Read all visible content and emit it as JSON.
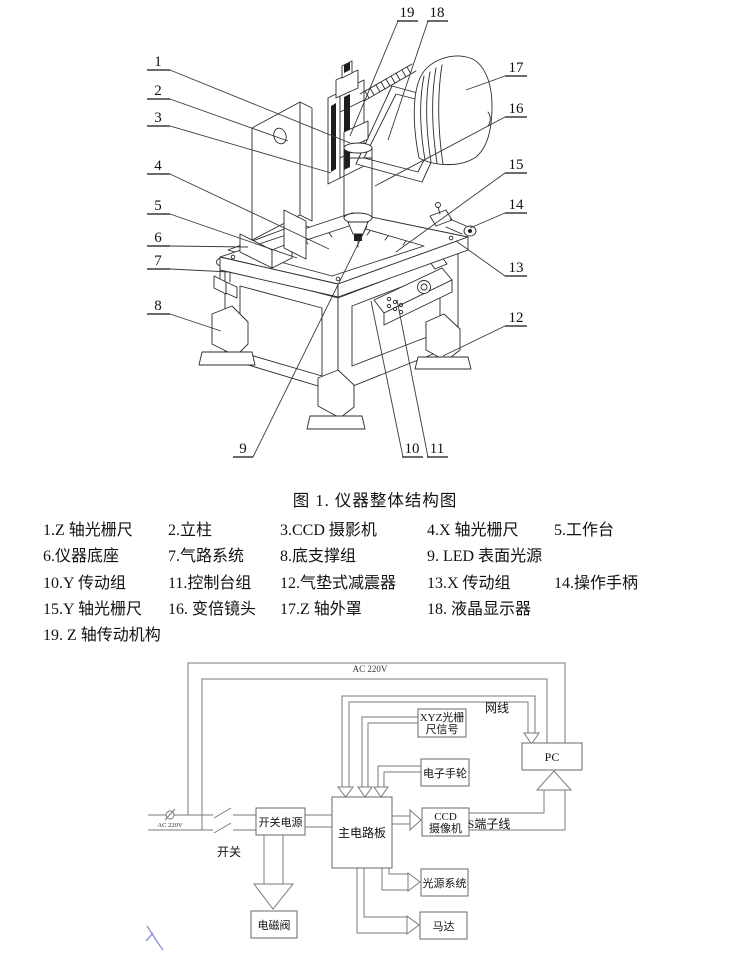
{
  "colors": {
    "ink": "#1a1a1a",
    "diagram_line": "#7a7a7a",
    "pen_mark": "#7b7bd9"
  },
  "figure": {
    "callouts": [
      "1",
      "2",
      "3",
      "4",
      "5",
      "6",
      "7",
      "8",
      "9",
      "10",
      "11",
      "12",
      "13",
      "14",
      "15",
      "16",
      "17",
      "18",
      "19"
    ]
  },
  "caption": "图 1. 仪器整体结构图",
  "legend": {
    "lines": [
      {
        "items": [
          "1.Z 轴光栅尺",
          "2.立柱",
          "3.CCD 摄影机",
          "4.X 轴光栅尺",
          "5.工作台"
        ]
      },
      {
        "items": [
          "6.仪器底座",
          "7.气路系统",
          "8.底支撑组",
          "9. LED 表面光源"
        ]
      },
      {
        "items": [
          "10.Y 传动组",
          "11.控制台组",
          "12.气垫式减震器",
          "13.X 传动组",
          "14.操作手柄"
        ]
      },
      {
        "items": [
          "15.Y 轴光栅尺",
          "16. 变倍镜头",
          "17.Z 轴外罩",
          "18. 液晶显示器"
        ]
      },
      {
        "items": [
          "19. Z 轴传动机构"
        ]
      }
    ]
  },
  "diagram": {
    "labels": {
      "ac_power_top": "AC 220V",
      "ac_power_input": "AC 220V",
      "power_switch": "开关",
      "network_cable": "网线",
      "s_terminal_cable": "S端子线"
    },
    "boxes": {
      "switch_power": "开关电源",
      "main_board": "主电路板",
      "xyz_signal_l1": "XYZ光栅",
      "xyz_signal_l2": "尺信号",
      "handwheel": "电子手轮",
      "ccd_l1": "CCD",
      "ccd_l2": "摄像机",
      "pc": "PC",
      "light_system": "光源系统",
      "motor": "马达",
      "solenoid_valve": "电磁阀"
    }
  }
}
